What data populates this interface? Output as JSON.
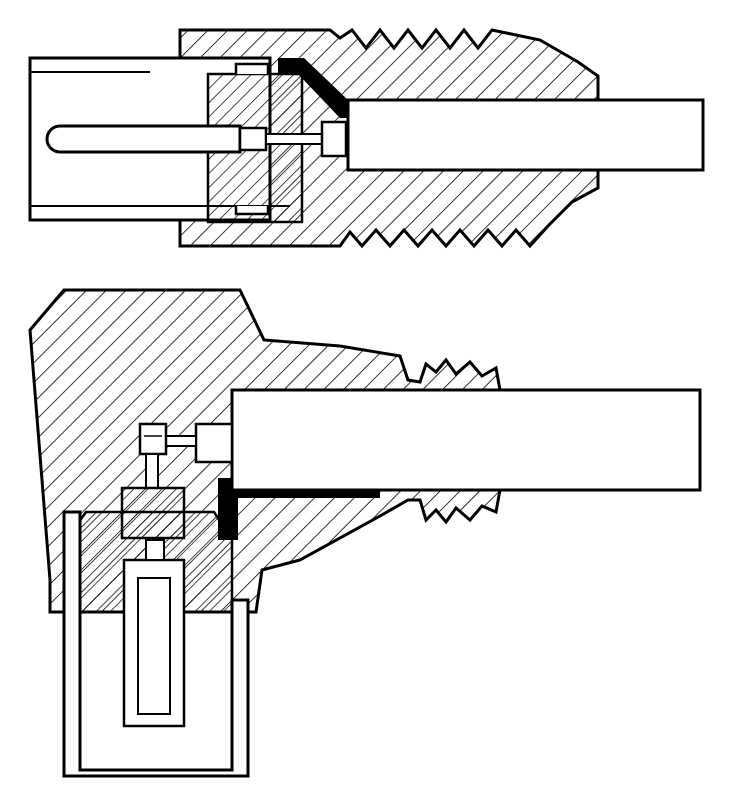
{
  "figure": {
    "description_views": [
      "straight-connector-section",
      "right-angle-connector-section"
    ],
    "colors": {
      "background": "#ffffff",
      "line": "#000000",
      "hatch": "#000000",
      "fill_solid": "#000000"
    },
    "views": [
      {
        "id": "straight",
        "parts": [
          "outer-shell",
          "insulator-body",
          "contact-pin",
          "cable-jacket",
          "crimp-seal",
          "socket-sleeve"
        ]
      },
      {
        "id": "right-angle",
        "parts": [
          "angled-housing",
          "cable-jacket",
          "contact-block",
          "lower-socket",
          "cable-seal"
        ]
      }
    ]
  }
}
